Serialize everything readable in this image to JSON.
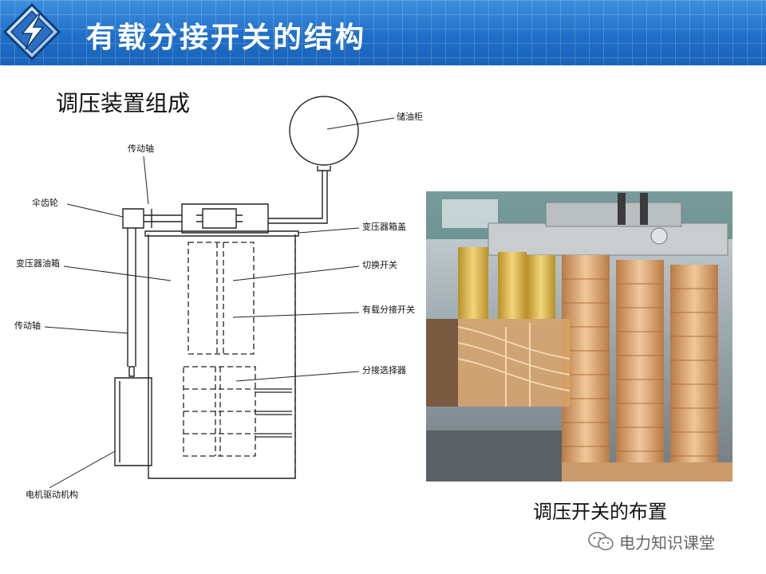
{
  "header": {
    "title": "有载分接开关的结构"
  },
  "section": {
    "subtitle": "调压装置组成"
  },
  "diagram": {
    "labels": {
      "oil_conservator": "储油柜",
      "drive_shaft_top": "传动轴",
      "bevel_gear": "伞齿轮",
      "tank_cover": "变压器箱盖",
      "transformer_tank": "变压器油箱",
      "diverter_switch": "切换开关",
      "oltc": "有载分接开关",
      "drive_shaft_side": "传动轴",
      "tap_selector": "分接选择器",
      "motor_drive": "电机驱动机构"
    }
  },
  "photo": {
    "caption": "调压开关的布置"
  },
  "watermark": {
    "text": "电力知识课堂"
  },
  "colors": {
    "header": "#1f6fc8",
    "copper": "#d9a36a"
  }
}
